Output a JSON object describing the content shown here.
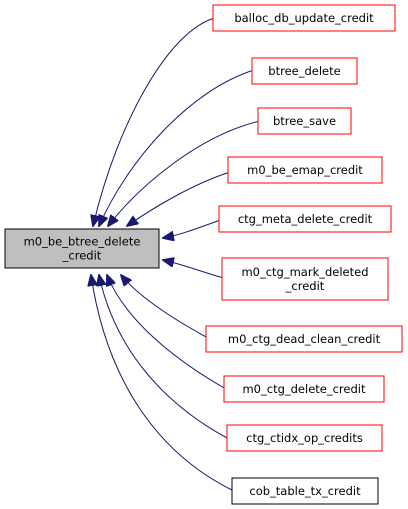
{
  "graph": {
    "focus_node": {
      "lines": [
        "m0_be_btree_delete",
        "_credit"
      ],
      "fill": "#bfbfbf",
      "stroke": "#000000"
    },
    "caller_nodes": [
      {
        "id": "balloc-db-update-credit",
        "lines": [
          "balloc_db_update_credit"
        ],
        "border": "red"
      },
      {
        "id": "btree-delete",
        "lines": [
          "btree_delete"
        ],
        "border": "red"
      },
      {
        "id": "btree-save",
        "lines": [
          "btree_save"
        ],
        "border": "red"
      },
      {
        "id": "m0-be-emap-credit",
        "lines": [
          "m0_be_emap_credit"
        ],
        "border": "red"
      },
      {
        "id": "ctg-meta-delete-credit",
        "lines": [
          "ctg_meta_delete_credit"
        ],
        "border": "red"
      },
      {
        "id": "m0-ctg-mark-deleted-credit",
        "lines": [
          "m0_ctg_mark_deleted",
          "_credit"
        ],
        "border": "red"
      },
      {
        "id": "m0-ctg-dead-clean-credit",
        "lines": [
          "m0_ctg_dead_clean_credit"
        ],
        "border": "red"
      },
      {
        "id": "m0-ctg-delete-credit",
        "lines": [
          "m0_ctg_delete_credit"
        ],
        "border": "red"
      },
      {
        "id": "ctg-ctidx-op-credits",
        "lines": [
          "ctg_ctidx_op_credits"
        ],
        "border": "red"
      },
      {
        "id": "cob-table-tx-credit",
        "lines": [
          "cob_table_tx_credit"
        ],
        "border": "black"
      }
    ],
    "colors": {
      "edge": "#191970",
      "red_border": "#ff0000",
      "black_border": "#000000",
      "node_fill": "#ffffff"
    }
  }
}
